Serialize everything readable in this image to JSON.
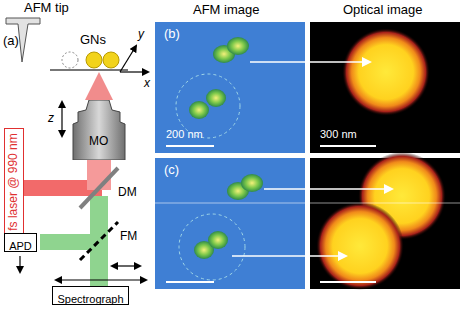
{
  "diagram": {
    "nodes": [
      {
        "text": [
          "fs laser @ 990 nm"
        ]
      },
      {
        "text": [
          "MO"
        ]
      },
      {
        "text": [
          "APD"
        ]
      },
      {
        "text": [
          "Spectrograph"
        ]
      }
    ],
    "labels": [
      "(a)",
      "AFM tip",
      "GNs",
      "x",
      "y",
      "z",
      "DM",
      "FM",
      "AFM image",
      "Optical image",
      "(b)",
      "(c)",
      "200 nm",
      "300 nm"
    ]
  }
}
